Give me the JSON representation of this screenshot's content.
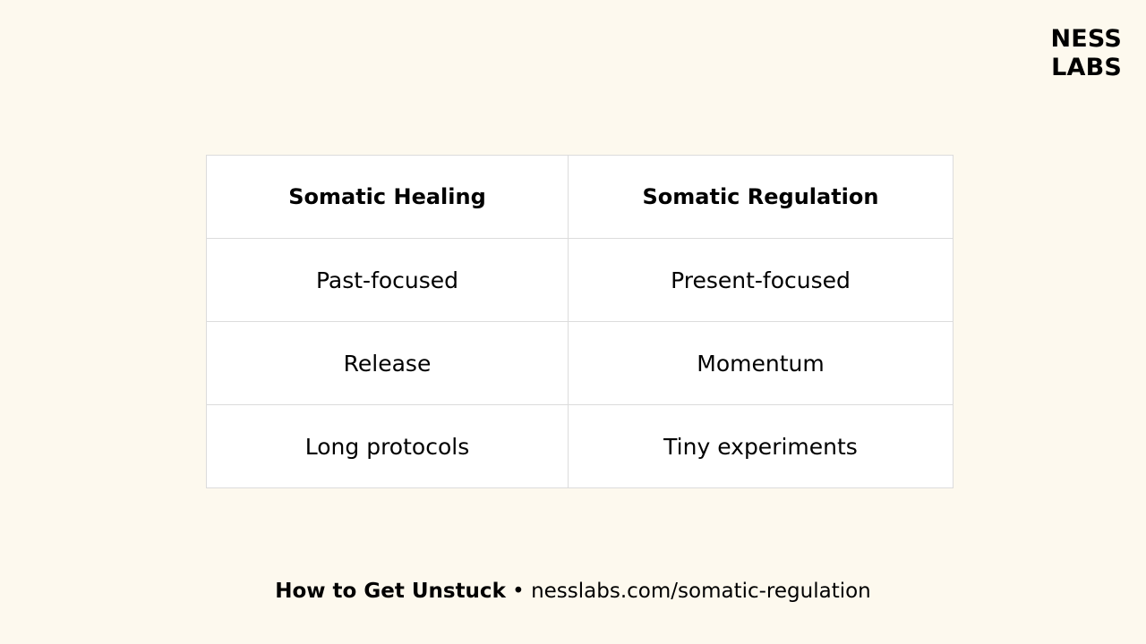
{
  "logo": {
    "line1": "NESS",
    "line2": "LABS"
  },
  "table": {
    "headers": [
      "Somatic Healing",
      "Somatic Regulation"
    ],
    "rows": [
      [
        "Past-focused",
        "Present-focused"
      ],
      [
        "Release",
        "Momentum"
      ],
      [
        "Long protocols",
        "Tiny experiments"
      ]
    ]
  },
  "footer": {
    "title": "How to Get Unstuck",
    "separator": " • ",
    "url": "nesslabs.com/somatic-regulation"
  }
}
